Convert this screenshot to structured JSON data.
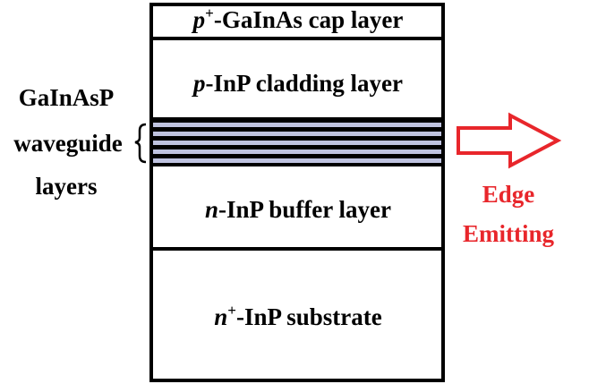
{
  "layers": {
    "cap": {
      "prefix": "p",
      "sup": "+",
      "rest": "-GaInAs cap layer"
    },
    "cladding": {
      "prefix": "p",
      "rest": "-InP cladding layer"
    },
    "buffer": {
      "prefix": "n",
      "rest": "-InP buffer layer"
    },
    "substrate": {
      "prefix": "n",
      "sup": "+",
      "rest": "-InP substrate"
    }
  },
  "waveguide_label": {
    "line1": "GaInAsP",
    "line2": "waveguide",
    "line3": "layers"
  },
  "emission_label": {
    "line1": "Edge",
    "line2": "Emitting"
  },
  "colors": {
    "outline": "#000000",
    "waveguide_stripe": "#bfc3e0",
    "emission": "#e8262b"
  },
  "icons": {
    "emission_arrow": "right-arrow-icon",
    "waveguide_brace": "left-brace-icon"
  }
}
